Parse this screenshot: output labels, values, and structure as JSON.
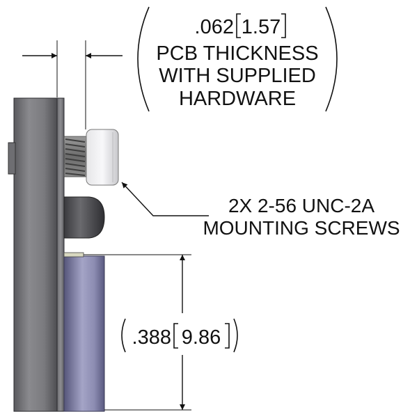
{
  "thickness_callout": {
    "imperial": ".062",
    "metric": "1.57",
    "line1": "PCB THICKNESS",
    "line2": "WITH SUPPLIED",
    "line3": "HARDWARE"
  },
  "screw_callout": {
    "line1": "2X 2-56 UNC-2A",
    "line2": "MOUNTING SCREWS"
  },
  "height_callout": {
    "imperial": ".388",
    "metric": "9.86"
  }
}
